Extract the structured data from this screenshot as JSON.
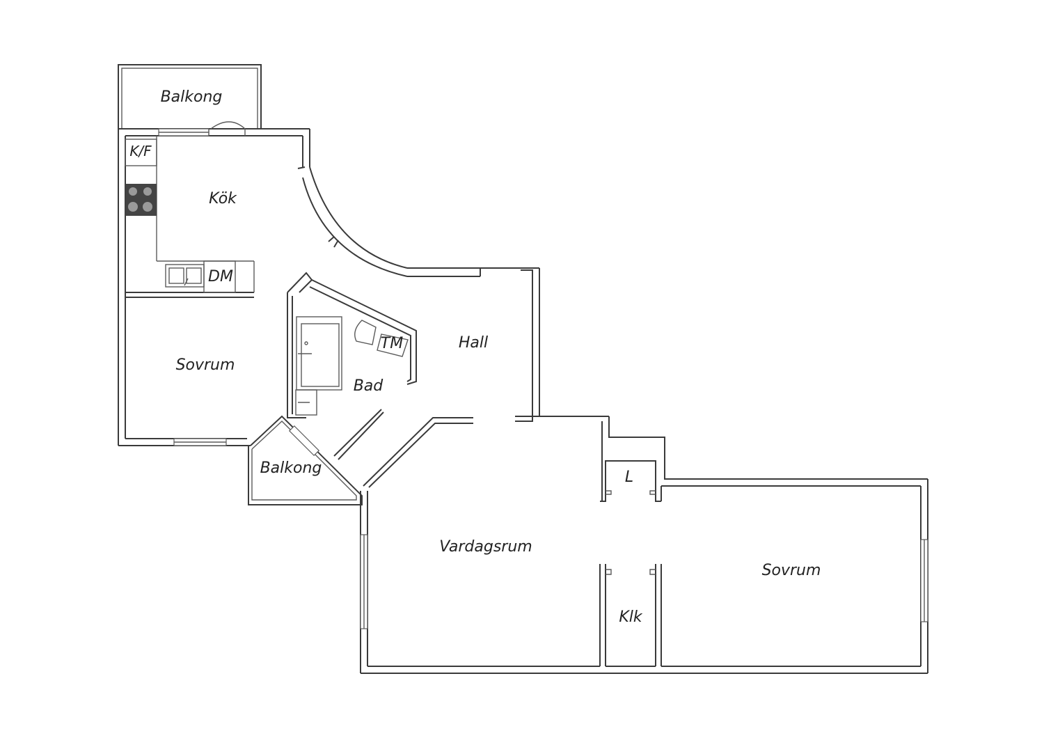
{
  "rooms": {
    "balkong_top": "Balkong",
    "kok": "Kök",
    "kf": "K/F",
    "dm": "DM",
    "sovrum_left": "Sovrum",
    "bad": "Bad",
    "tm": "TM",
    "hall": "Hall",
    "balkong_bottom": "Balkong",
    "l": "L",
    "vardagsrum": "Vardagsrum",
    "klk": "Klk",
    "sovrum_right": "Sovrum"
  },
  "colors": {
    "wall": "#3a3a3a",
    "stove": "#444444",
    "background": "#ffffff"
  }
}
